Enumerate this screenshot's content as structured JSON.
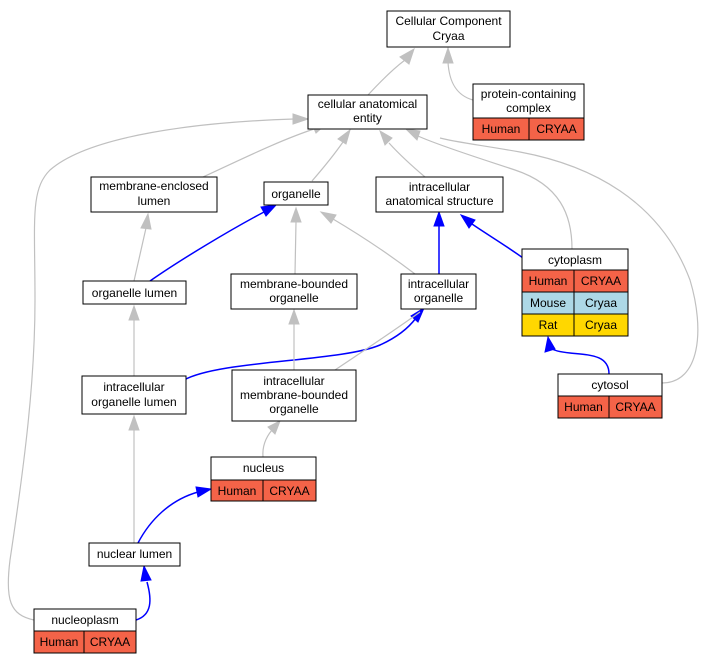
{
  "colors": {
    "human": "#f46348",
    "mouse": "#add8e6",
    "rat": "#ffd700",
    "edge_is_a": "#c0c0c0",
    "edge_part_of": "#0000ff"
  },
  "nodes": {
    "root": {
      "line1": "Cellular Component",
      "line2": "Cryaa"
    },
    "cellular_anatomical_entity": {
      "line1": "cellular anatomical",
      "line2": "entity"
    },
    "protein_containing_complex": {
      "line1": "protein-containing",
      "line2": "complex",
      "annotations": [
        {
          "species": "Human",
          "gene": "CRYAA"
        }
      ]
    },
    "membrane_enclosed_lumen": {
      "line1": "membrane-enclosed",
      "line2": "lumen"
    },
    "organelle": {
      "line1": "organelle"
    },
    "intracellular_anatomical_structure": {
      "line1": "intracellular",
      "line2": "anatomical structure"
    },
    "cytoplasm": {
      "line1": "cytoplasm",
      "annotations": [
        {
          "species": "Human",
          "gene": "CRYAA"
        },
        {
          "species": "Mouse",
          "gene": "Cryaa"
        },
        {
          "species": "Rat",
          "gene": "Cryaa"
        }
      ]
    },
    "organelle_lumen": {
      "line1": "organelle lumen"
    },
    "membrane_bounded_organelle": {
      "line1": "membrane-bounded",
      "line2": "organelle"
    },
    "intracellular_organelle": {
      "line1": "intracellular",
      "line2": "organelle"
    },
    "intracellular_organelle_lumen": {
      "line1": "intracellular",
      "line2": "organelle lumen"
    },
    "intracellular_membrane_bounded_organelle": {
      "line1": "intracellular",
      "line2": "membrane-bounded",
      "line3": "organelle"
    },
    "cytosol": {
      "line1": "cytosol",
      "annotations": [
        {
          "species": "Human",
          "gene": "CRYAA"
        }
      ]
    },
    "nucleus": {
      "line1": "nucleus",
      "annotations": [
        {
          "species": "Human",
          "gene": "CRYAA"
        }
      ]
    },
    "nuclear_lumen": {
      "line1": "nuclear lumen"
    },
    "nucleoplasm": {
      "line1": "nucleoplasm",
      "annotations": [
        {
          "species": "Human",
          "gene": "CRYAA"
        }
      ]
    }
  }
}
